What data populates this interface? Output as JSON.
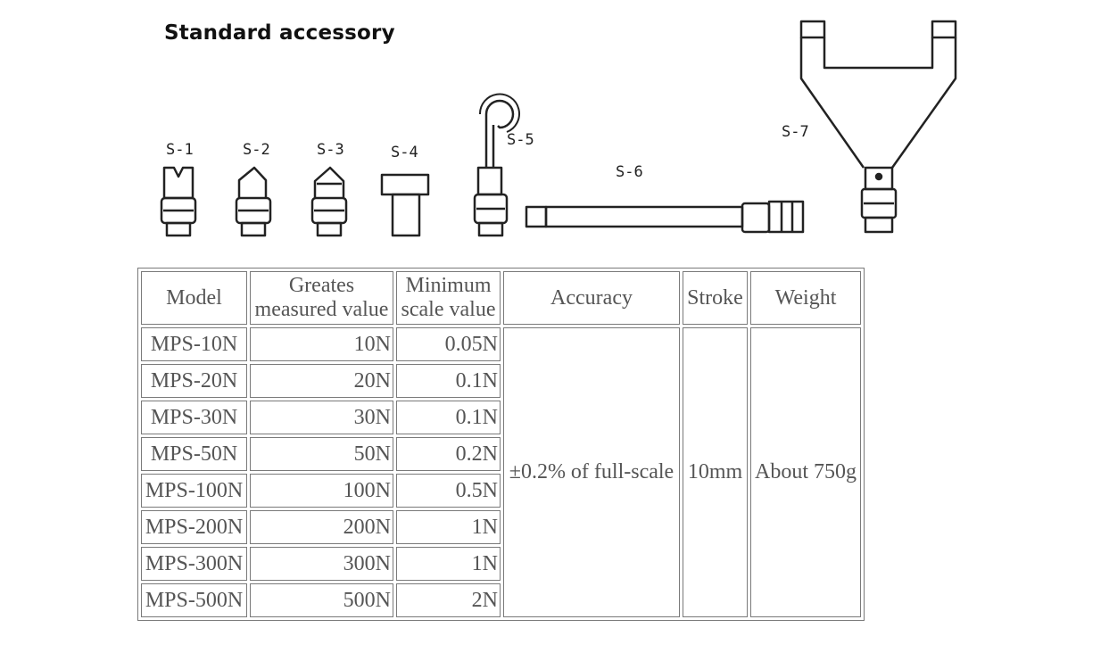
{
  "figure": {
    "title": "Standard accessory",
    "labels": [
      "S-1",
      "S-2",
      "S-3",
      "S-4",
      "S-5",
      "S-6",
      "S-7"
    ],
    "icons": [
      "v-notch-tip-icon",
      "cone-tip-icon",
      "chisel-tip-icon",
      "flat-tip-icon",
      "hook-icon",
      "extension-rod-icon",
      "fork-adapter-icon"
    ]
  },
  "table": {
    "headers": {
      "model": "Model",
      "greatest": "Greates measured value",
      "minimum": "Minimum scale value",
      "accuracy": "Accuracy",
      "stroke": "Stroke",
      "weight": "Weight"
    },
    "rows": [
      {
        "model": "MPS-10N",
        "greatest": "10N",
        "minimum": "0.05N"
      },
      {
        "model": "MPS-20N",
        "greatest": "20N",
        "minimum": "0.1N"
      },
      {
        "model": "MPS-30N",
        "greatest": "30N",
        "minimum": "0.1N"
      },
      {
        "model": "MPS-50N",
        "greatest": "50N",
        "minimum": "0.2N"
      },
      {
        "model": "MPS-100N",
        "greatest": "100N",
        "minimum": "0.5N"
      },
      {
        "model": "MPS-200N",
        "greatest": "200N",
        "minimum": "1N"
      },
      {
        "model": "MPS-300N",
        "greatest": "300N",
        "minimum": "1N"
      },
      {
        "model": "MPS-500N",
        "greatest": "500N",
        "minimum": "2N"
      }
    ],
    "accuracy": "±0.2% of full-scale",
    "stroke": "10mm",
    "weight": "About 750g"
  }
}
